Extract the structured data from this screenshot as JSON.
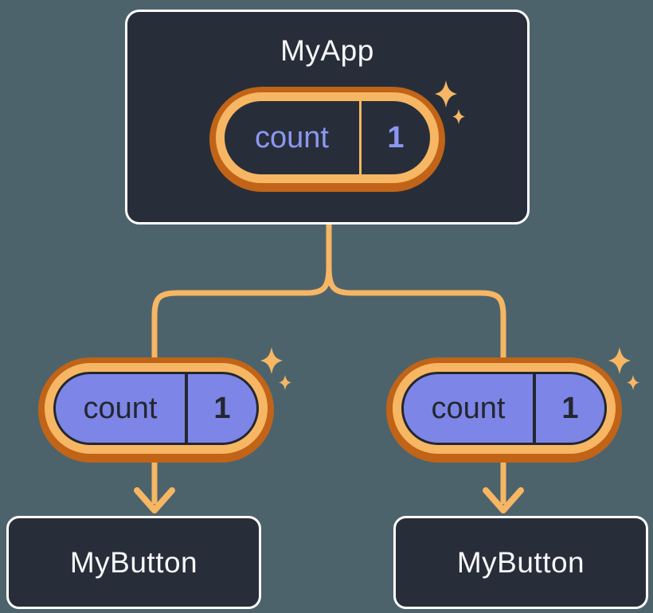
{
  "diagram": {
    "description": "React component tree with shared state",
    "background_color": "#4D636C",
    "colors": {
      "card_bg": "#282E39",
      "card_border": "#FFFFFF",
      "card_text": "#F7F8FA",
      "orange_dark": "#C16418",
      "orange_light": "#F6B663",
      "purple_fill": "#7D85E7",
      "purple_text": "#8C97F2",
      "ink": "#23272F"
    },
    "root": {
      "title": "MyApp",
      "state": {
        "name": "count",
        "value": "1"
      }
    },
    "children": [
      {
        "title": "MyButton",
        "state": {
          "name": "count",
          "value": "1"
        }
      },
      {
        "title": "MyButton",
        "state": {
          "name": "count",
          "value": "1"
        }
      }
    ]
  }
}
